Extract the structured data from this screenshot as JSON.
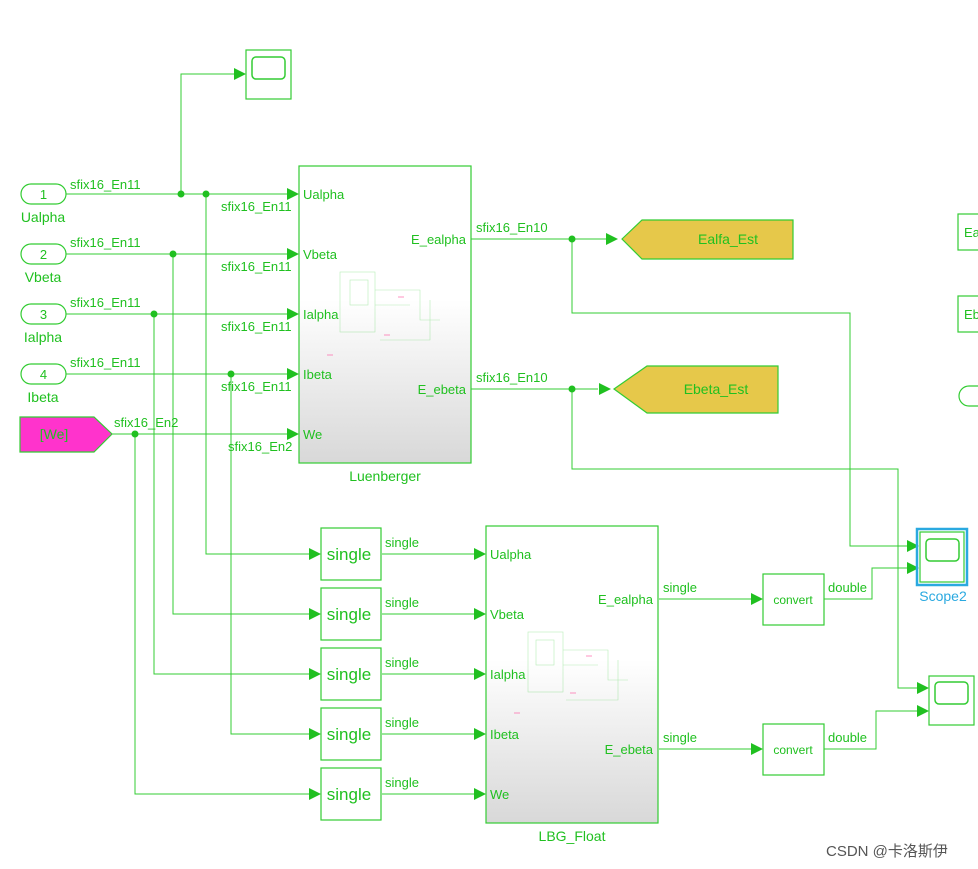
{
  "inports": [
    {
      "number": "1",
      "name": "Ualpha"
    },
    {
      "number": "2",
      "name": "Vbeta"
    },
    {
      "number": "3",
      "name": "Ialpha"
    },
    {
      "number": "4",
      "name": "Ibeta"
    }
  ],
  "goto_from": {
    "we_from": "[We]",
    "ealfa_goto": "Ealfa_Est",
    "ebeta_goto": "Ebeta_Est"
  },
  "signal_types": {
    "fixed11": "sfix16_En11",
    "fixed2": "sfix16_En2",
    "fixed10": "sfix16_En10",
    "single": "single",
    "double": "double"
  },
  "luenberger": {
    "caption": "Luenberger",
    "inputs": [
      "Ualpha",
      "Vbeta",
      "Ialpha",
      "Ibeta",
      "We"
    ],
    "outputs": [
      "E_ealpha",
      "E_ebeta"
    ]
  },
  "lbg_float": {
    "caption": "LBG_Float",
    "inputs": [
      "Ualpha",
      "Vbeta",
      "Ialpha",
      "Ibeta",
      "We"
    ],
    "outputs": [
      "E_ealpha",
      "E_ebeta"
    ]
  },
  "conversion_blocks": [
    "single",
    "single",
    "single",
    "single",
    "single"
  ],
  "convert_blocks": [
    "convert",
    "convert"
  ],
  "scopes": {
    "scope2": "Scope2"
  },
  "right_edge_blocks": [
    "Ea",
    "Eb"
  ],
  "watermark": "CSDN @卡洛斯伊",
  "colors": {
    "line": "#33cc33",
    "goto_fill": "#e6c84a",
    "from_fill": "#ff33cc",
    "scope_select": "#2aa9e0",
    "caption": "#20c020"
  }
}
